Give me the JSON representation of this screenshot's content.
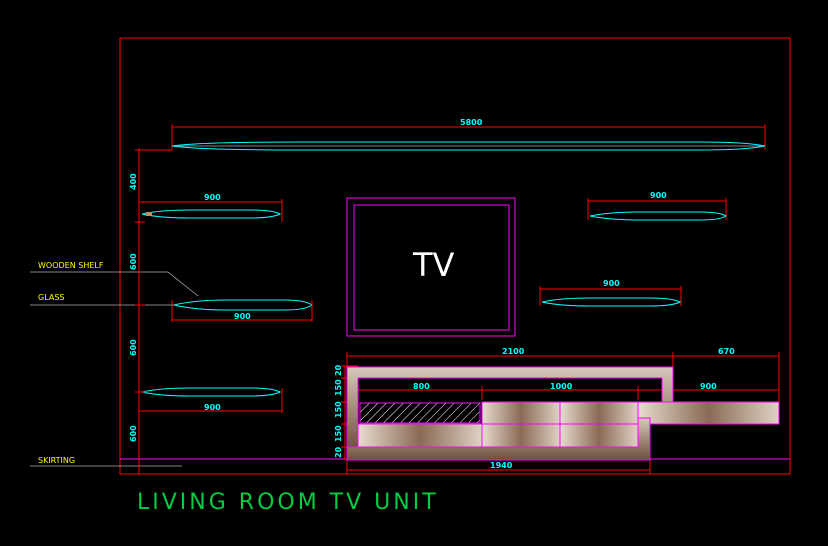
{
  "title": "LIVING ROOM TV UNIT",
  "tv_label": "TV",
  "annotations": {
    "wooden_shelf": "WOODEN SHELF",
    "glass": "GLASS",
    "skirting": "SKIRTING"
  },
  "dimensions": {
    "top_shelf_width": "5800",
    "left_shelf_1_width": "900",
    "right_shelf_1_width": "900",
    "right_shelf_2_width": "900",
    "left_shelf_2_width": "900",
    "left_shelf_3_width": "900",
    "vertical_1": "400",
    "vertical_2": "600",
    "vertical_3": "600",
    "vertical_4": "600",
    "unit_width": "2100",
    "unit_right_extension": "670",
    "unit_left_section": "800",
    "unit_mid_section": "1000",
    "unit_right_section": "900",
    "unit_bottom_width": "1940",
    "unit_v_20_top": "20",
    "unit_v_150_top": "150",
    "unit_v_150_mid": "150",
    "unit_v_150_bot": "150",
    "unit_v_20_bot": "20"
  },
  "colors": {
    "background": "#000000",
    "dimension_line": "#ff0000",
    "dimension_text": "#00ffff",
    "outline": "#ff00ff",
    "annotation": "#ffff00",
    "title": "#00cc44"
  }
}
